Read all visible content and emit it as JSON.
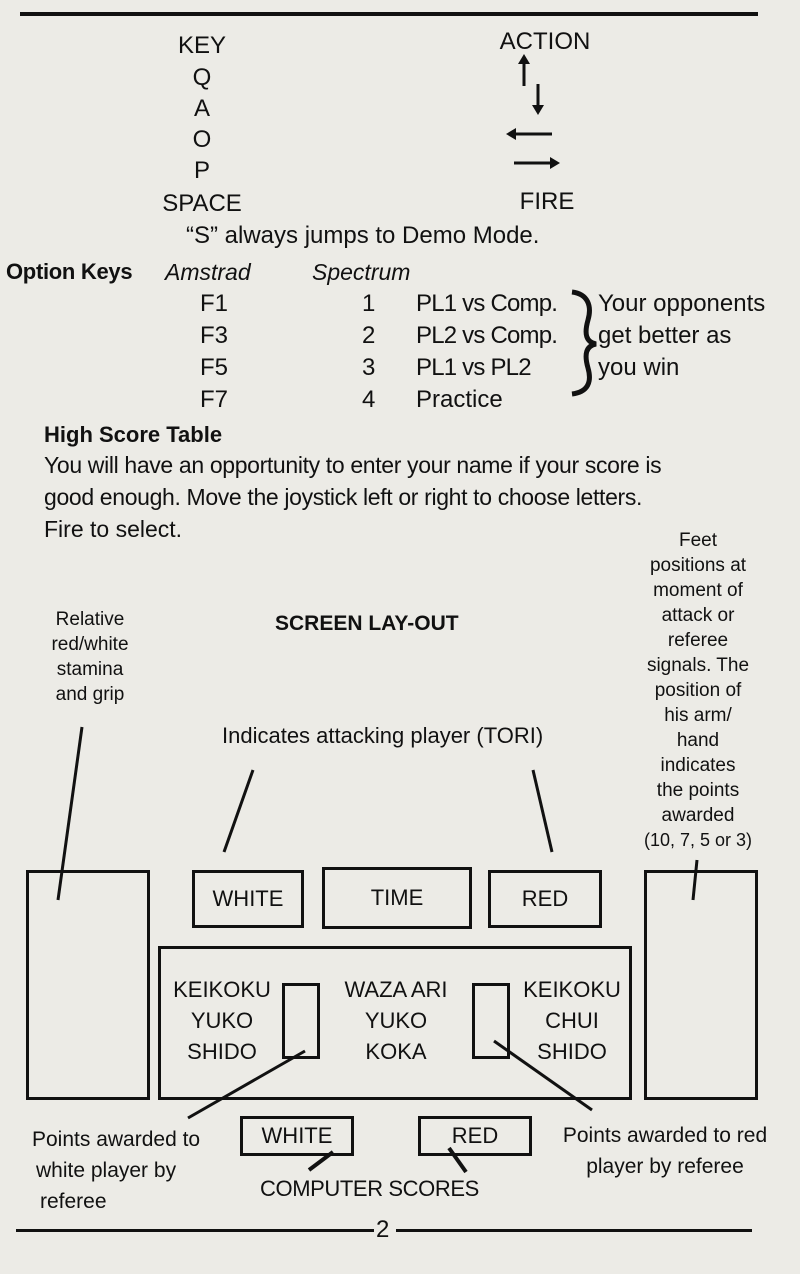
{
  "keys": {
    "key_header": "KEY",
    "action_header": "ACTION",
    "key_list": [
      "Q",
      "A",
      "O",
      "P",
      "SPACE"
    ],
    "actions": [
      {
        "icon": "arrow-up-icon"
      },
      {
        "icon": "arrow-down-icon"
      },
      {
        "icon": "arrow-left-icon"
      },
      {
        "icon": "arrow-right-icon"
      },
      {
        "label": "FIRE"
      }
    ],
    "demo_note": "“S” always jumps to Demo Mode."
  },
  "options": {
    "title": "Option Keys",
    "amstrad_header": "Amstrad",
    "spectrum_header": "Spectrum",
    "rows": [
      {
        "amstrad": "F1",
        "spectrum": "1",
        "mode": "PL1 vs Comp."
      },
      {
        "amstrad": "F3",
        "spectrum": "2",
        "mode": "PL2 vs Comp."
      },
      {
        "amstrad": "F5",
        "spectrum": "3",
        "mode": "PL1 vs PL2"
      },
      {
        "amstrad": "F7",
        "spectrum": "4",
        "mode": "Practice"
      }
    ],
    "bracket_note": [
      "Your opponents",
      "get better as",
      "you win"
    ]
  },
  "high_score": {
    "title": "High Score Table",
    "lines": [
      "You will have an opportunity to enter your name if your score is",
      "good enough. Move the joystick left or right to choose letters.",
      "Fire to select."
    ]
  },
  "layout": {
    "title": "SCREEN LAY-OUT",
    "stamina_label": [
      "Relative",
      "red/white",
      "stamina",
      "and grip"
    ],
    "feet_label": [
      "Feet",
      "positions at",
      "moment of",
      "attack or",
      "referee",
      "signals. The",
      "position of",
      "his arm/",
      "hand",
      "indicates",
      "the points",
      "awarded",
      "(10, 7, 5 or 3)"
    ],
    "attacker_label": "Indicates attacking player (TORI)",
    "white_box": "WHITE",
    "time_box": "TIME",
    "red_box": "RED",
    "left_scores": [
      "KEIKOKU",
      "YUKO",
      "SHIDO"
    ],
    "center_scores": [
      "WAZA ARI",
      "YUKO",
      "KOKA"
    ],
    "right_scores": [
      "KEIKOKU",
      "CHUI",
      "SHIDO"
    ],
    "white_points_label": [
      "Points awarded to",
      "white player  by",
      "referee"
    ],
    "red_points_label": [
      "Points awarded to red",
      "player  by referee"
    ],
    "computer_white": "WHITE",
    "computer_red": "RED",
    "computer_scores_label": "COMPUTER SCORES"
  },
  "page_number": "2"
}
